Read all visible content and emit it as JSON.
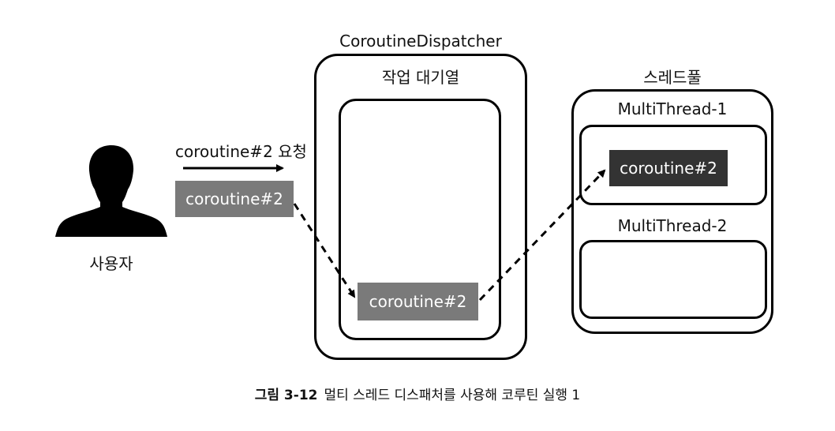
{
  "dispatcher": {
    "title": "CoroutineDispatcher",
    "queue_label": "작업 대기열"
  },
  "thread_pool": {
    "title": "스레드풀",
    "threads": [
      {
        "name": "MultiThread-1"
      },
      {
        "name": "MultiThread-2"
      }
    ]
  },
  "user": {
    "label": "사용자",
    "icon": "user-silhouette-icon"
  },
  "request": {
    "arrow_label": "coroutine#2 요청",
    "chip_label": "coroutine#2"
  },
  "queued_chip": {
    "label": "coroutine#2"
  },
  "running_chip": {
    "label": "coroutine#2"
  },
  "caption": {
    "figure": "그림 3-12",
    "text": "멀티 스레드 디스패처를 사용해 코루틴 실행 1"
  },
  "colors": {
    "request_chip": "#7a7a7a",
    "queued_chip": "#7a7a7a",
    "running_chip": "#333333",
    "stroke": "#000000"
  }
}
